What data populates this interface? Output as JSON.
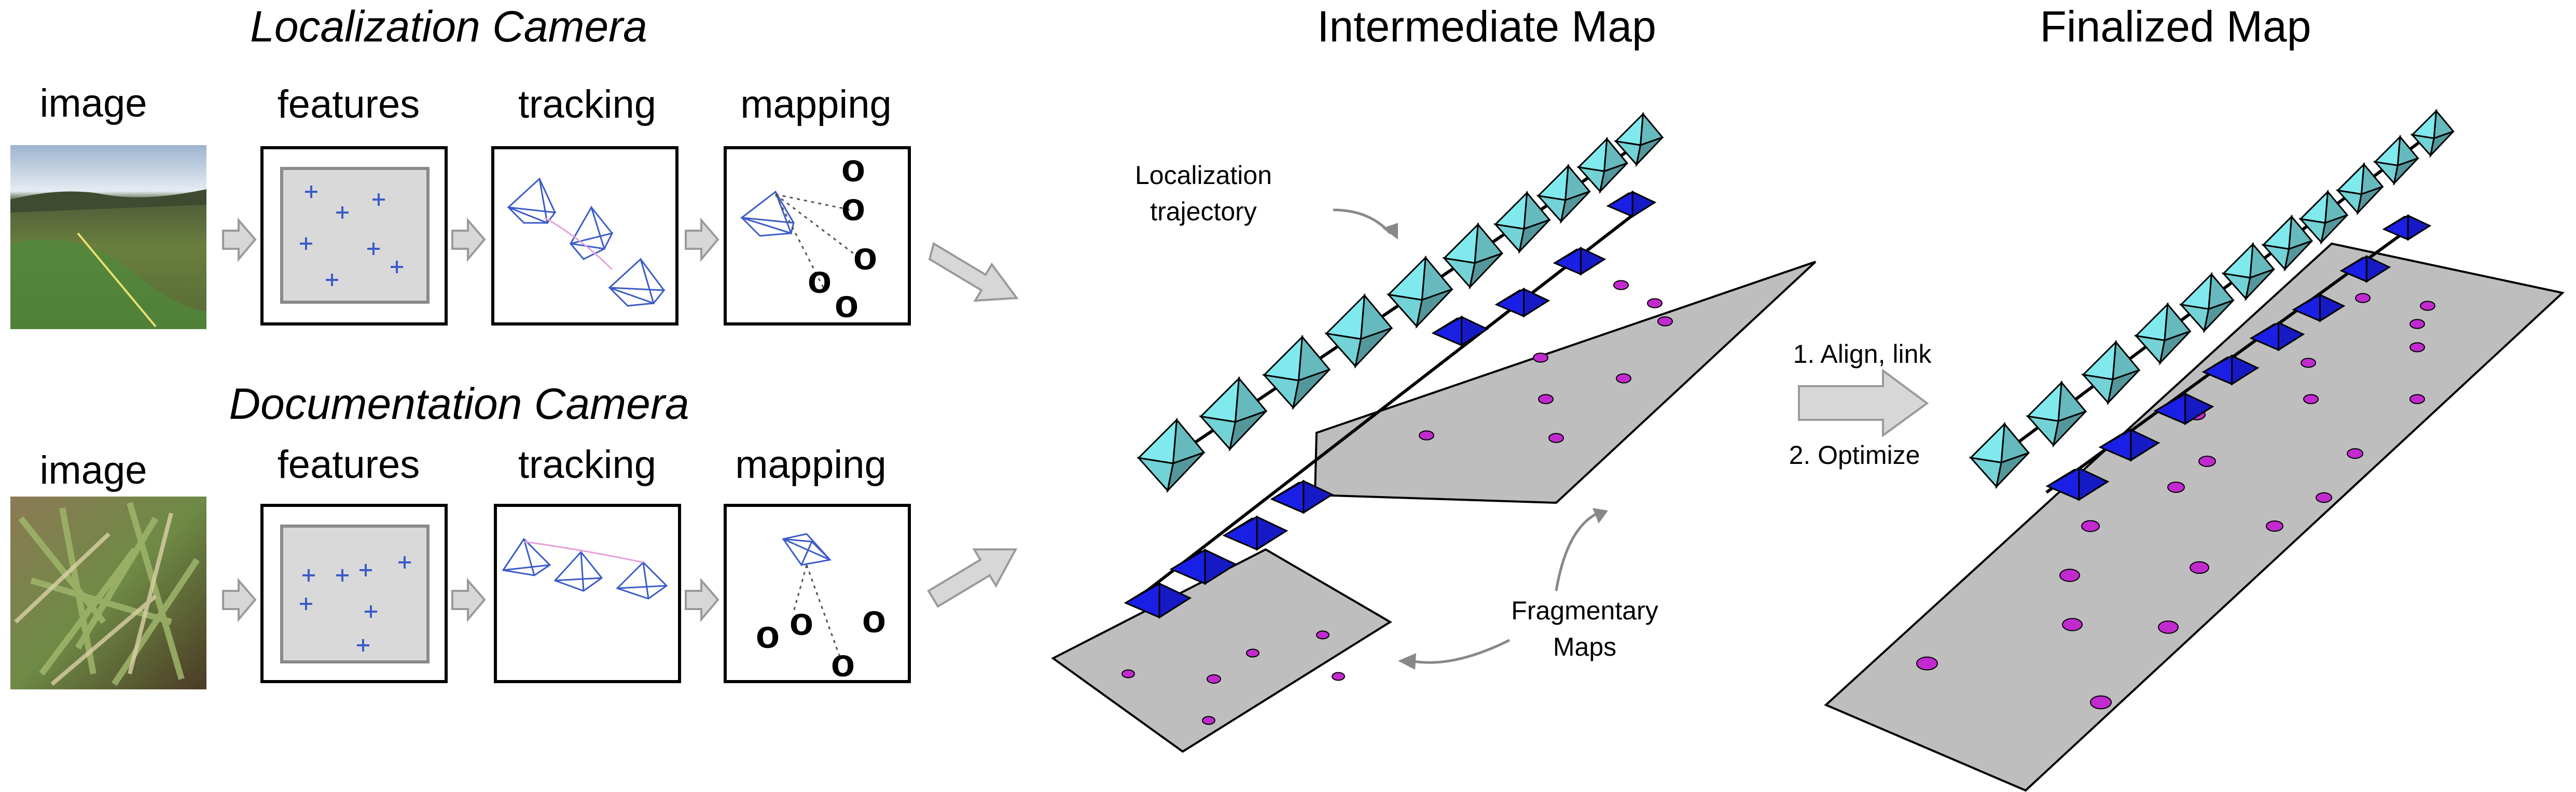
{
  "titles": {
    "localization_camera": "Localization Camera",
    "documentation_camera": "Documentation Camera",
    "intermediate_map": "Intermediate Map",
    "finalized_map": "Finalized Map"
  },
  "pipeline_labels": {
    "image": "image",
    "features": "features",
    "tracking": "tracking",
    "mapping": "mapping"
  },
  "annotations": {
    "localization_trajectory_1": "Localization",
    "localization_trajectory_2": "trajectory",
    "fragmentary_maps_1": "Fragmentary",
    "fragmentary_maps_2": "Maps",
    "step_1": "1. Align, link",
    "step_2": "2. Optimize"
  },
  "mapping_marker": "o",
  "colors": {
    "cyan_camera": "#7fe9ee",
    "blue_camera": "#1a1fe6",
    "landmark": "#c22ad0",
    "plane": "#bebebe",
    "arrow_fill": "#d7d7d7",
    "feature_cross": "#3b5bc8"
  }
}
